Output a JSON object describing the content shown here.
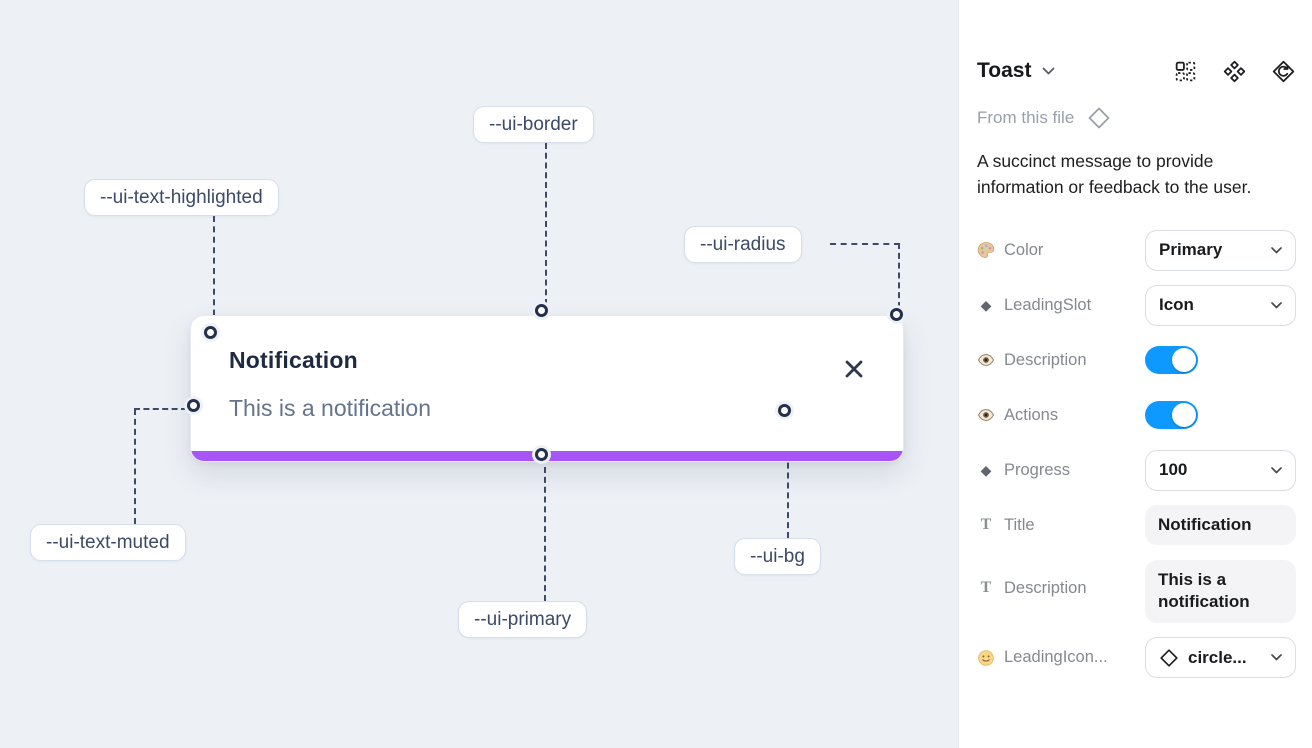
{
  "canvas": {
    "toast": {
      "title": "Notification",
      "description": "This is a notification"
    },
    "variable_labels": [
      "--ui-border",
      "--ui-text-highlighted",
      "--ui-radius",
      "--ui-text-muted",
      "--ui-primary",
      "--ui-bg"
    ]
  },
  "panel": {
    "title": "Toast",
    "source_label": "From this file",
    "description": "A succinct message to provide information or feedback to the user.",
    "rows": [
      {
        "label": "Color",
        "control": "select",
        "value": "Primary"
      },
      {
        "label": "LeadingSlot",
        "control": "select",
        "value": "Icon"
      },
      {
        "label": "Description",
        "control": "toggle",
        "value": true
      },
      {
        "label": "Actions",
        "control": "toggle",
        "value": true
      },
      {
        "label": "Progress",
        "control": "select",
        "value": "100"
      },
      {
        "label": "Title",
        "control": "text",
        "value": "Notification"
      },
      {
        "label": "Description",
        "control": "text",
        "value": "This is a notification"
      },
      {
        "label": "LeadingIcon...",
        "control": "select",
        "value": "circle..."
      }
    ]
  },
  "colors": {
    "canvas_bg": "#edf1f6",
    "progress_bar_purple": "#a855f7",
    "toggle_on_blue": "#0d99ff",
    "connector_navy": "#3e4b68"
  }
}
